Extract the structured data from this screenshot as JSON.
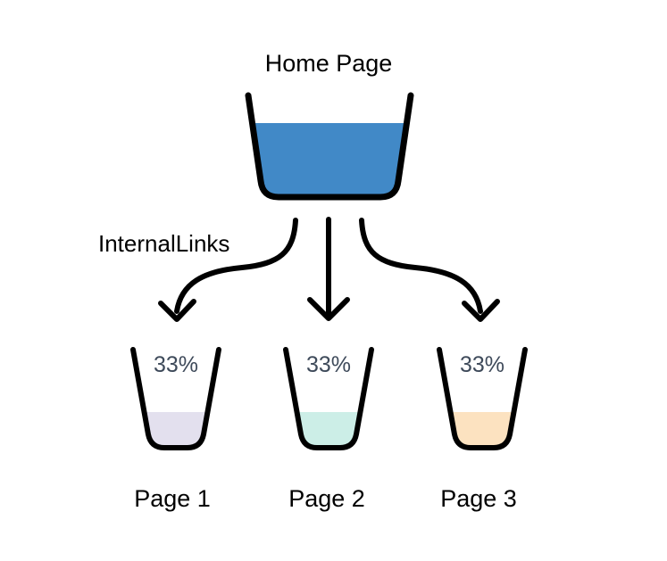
{
  "diagram": {
    "background": "#ffffff",
    "outline_color": "#000000",
    "title": "Home Page",
    "flow_label": "InternalLinks",
    "percent_text_color": "#3e4a5a",
    "source_bucket": {
      "label": "Home Page",
      "liquid_color": "#4189c7"
    },
    "target_buckets": [
      {
        "label": "Page 1",
        "share": "33%",
        "liquid_color": "#e3e0ee"
      },
      {
        "label": "Page 2",
        "share": "33%",
        "liquid_color": "#cceee7"
      },
      {
        "label": "Page 3",
        "share": "33%",
        "liquid_color": "#fce2c0"
      }
    ]
  }
}
